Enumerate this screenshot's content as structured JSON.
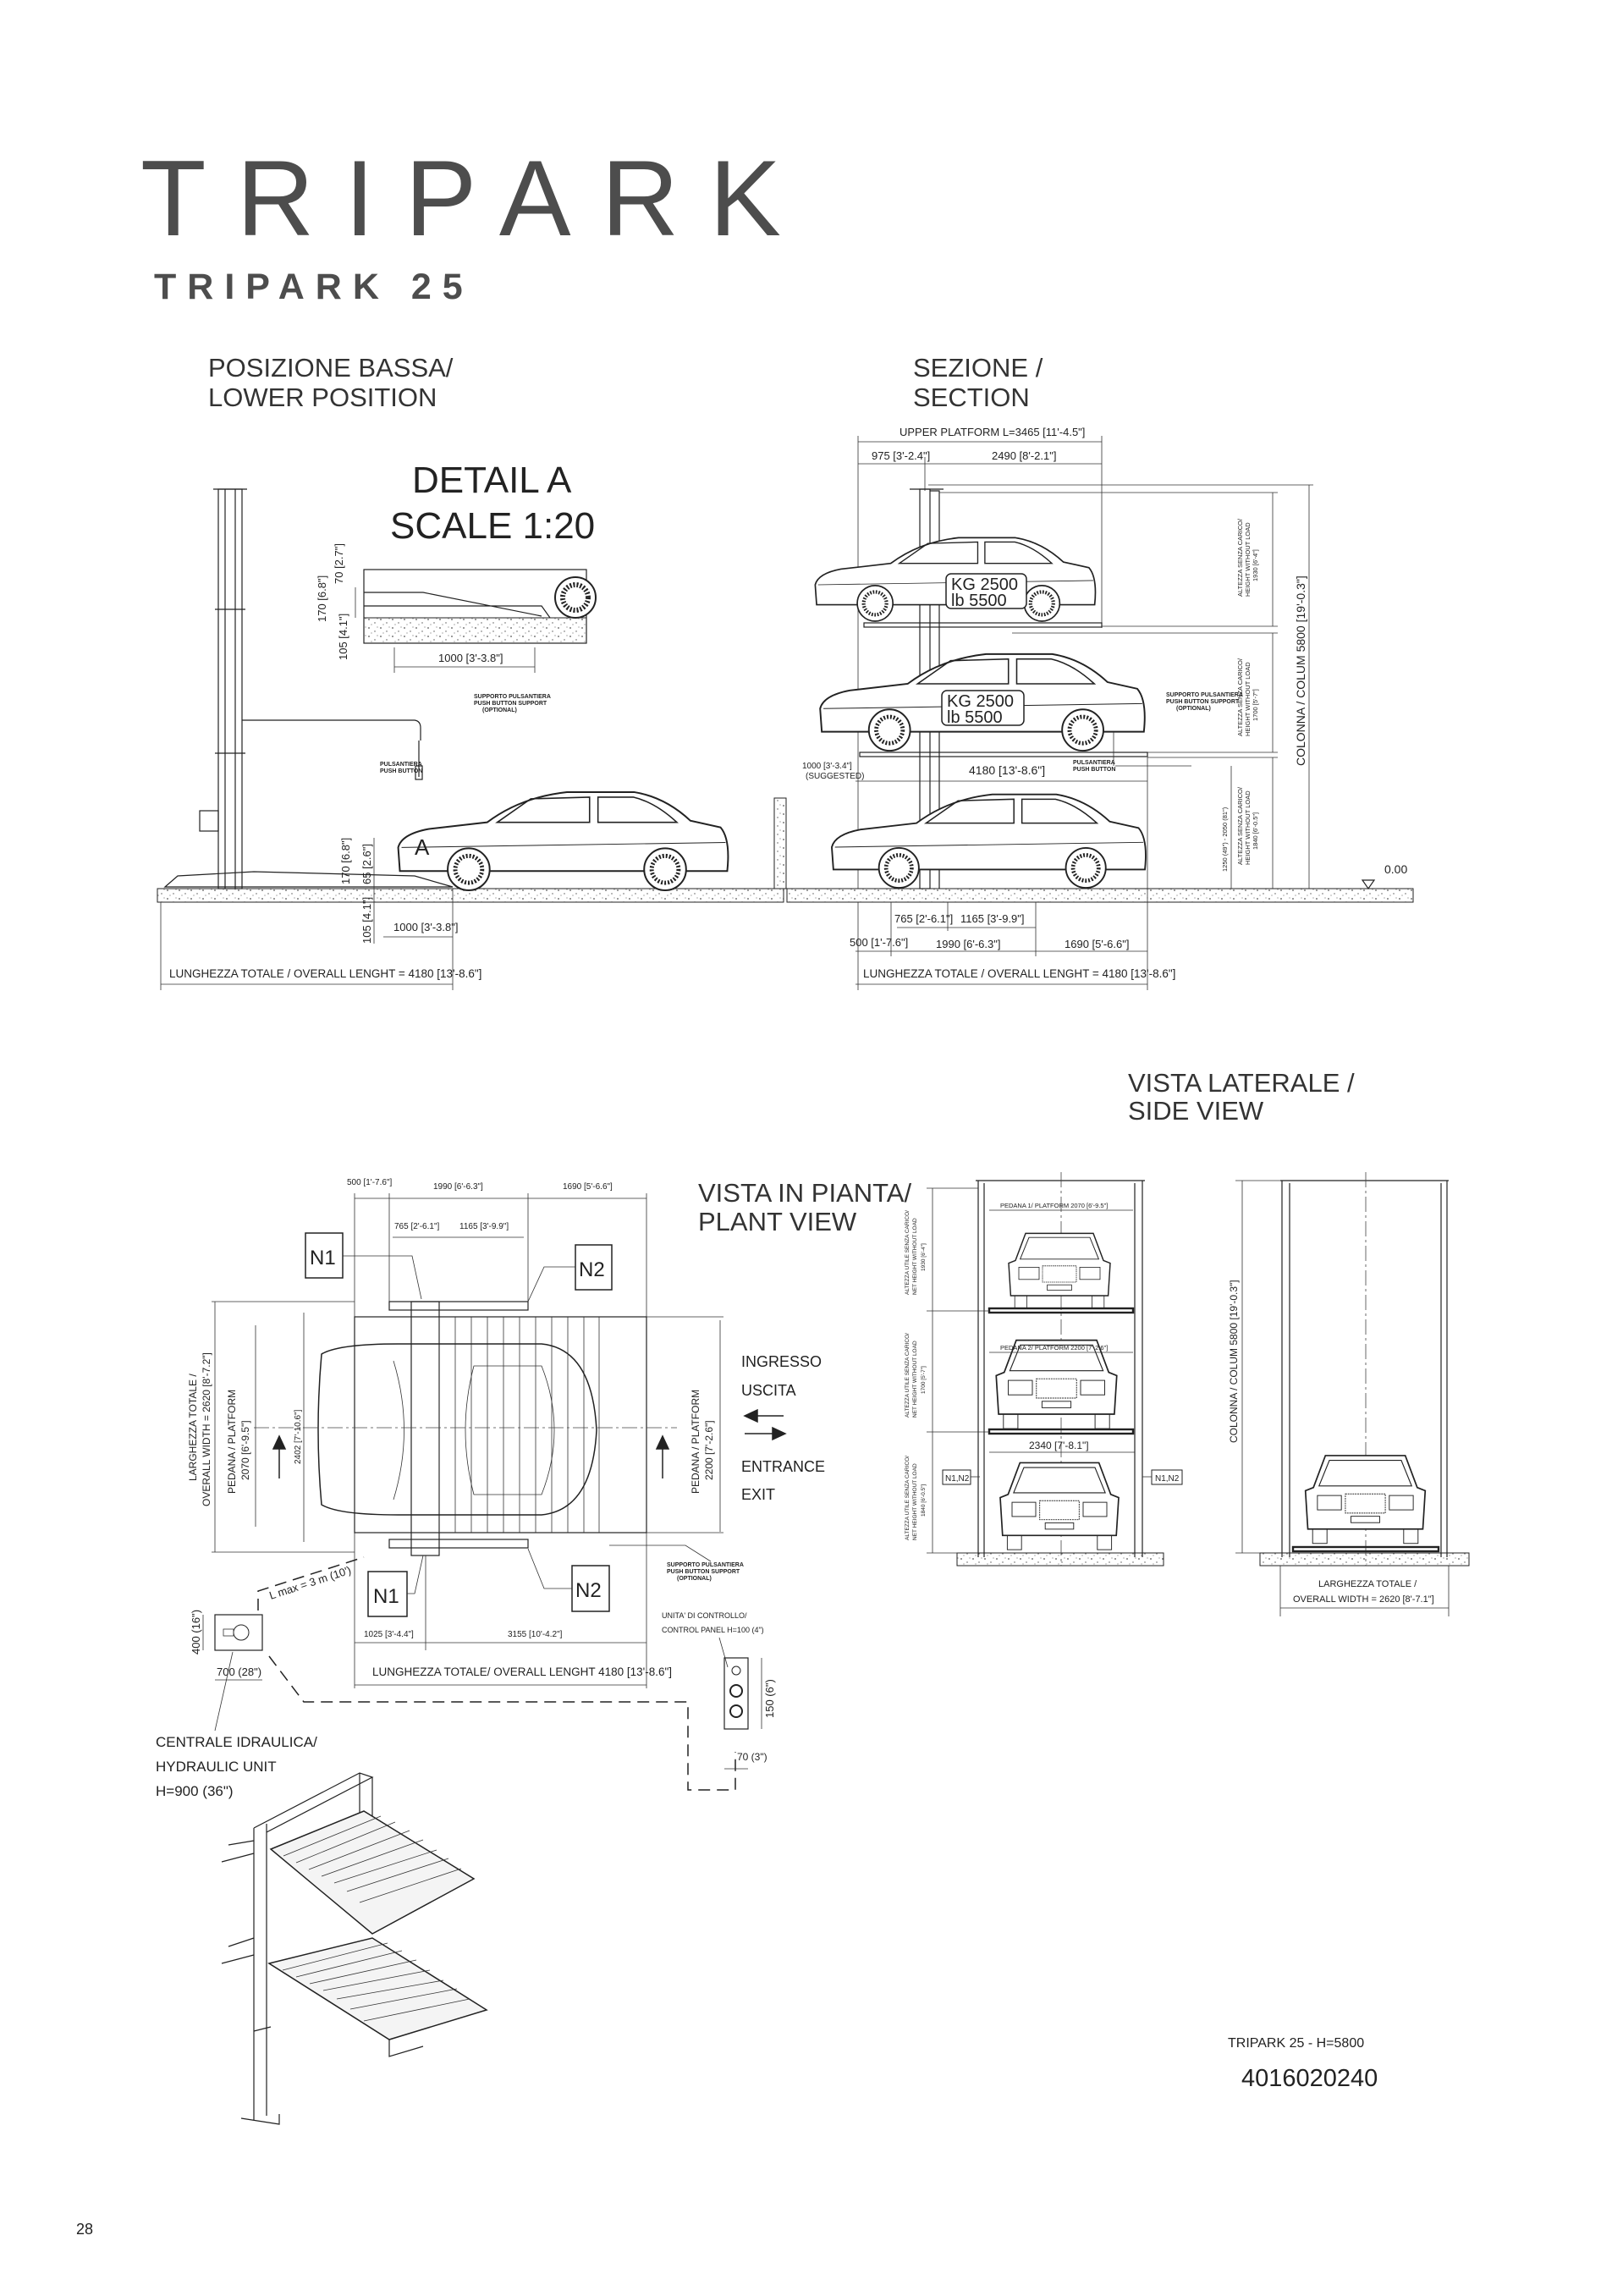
{
  "header": {
    "title": "TRIPARK",
    "subtitle": "TRIPARK 25"
  },
  "lower_position": {
    "title_it": "POSIZIONE BASSA/",
    "title_en": "LOWER POSITION",
    "detail_title": "DETAIL A",
    "detail_scale": "SCALE 1:20",
    "detail_marker": "A",
    "detail_dims": {
      "h70": "70 [2.7\"]",
      "h170": "170 [6.8\"]",
      "h105": "105 [4.1\"]",
      "w1000": "1000 [3'-3.8\"]"
    },
    "dims": {
      "h170": "170 [6.8\"]",
      "h65": "65 [2.6\"]",
      "h105": "105 [4.1\"]",
      "w1000": "1000 [3'-3.8\"]"
    },
    "push_button_support": [
      "SUPPORTO PULSANTIERA",
      "PUSH BUTTON SUPPORT",
      "(OPTIONAL)"
    ],
    "push_button": [
      "PULSANTIERA",
      "PUSH BUTTON"
    ],
    "overall_length": "LUNGHEZZA TOTALE / OVERALL LENGHT = 4180 [13'-8.6\"]"
  },
  "section": {
    "title_it": "SEZIONE /",
    "title_en": "SECTION",
    "upper_platform": "UPPER PLATFORM L=3465 [11'-4.5\"]",
    "d975": "975 [3'-2.4\"]",
    "d2490": "2490 [8'-2.1\"]",
    "load_plates": [
      {
        "kg": "KG 2500",
        "lb": "lb 5500"
      },
      {
        "kg": "KG 2500",
        "lb": "lb 5500"
      }
    ],
    "suggested": [
      "1000 [3'-3.4\"]",
      "(SUGGESTED)"
    ],
    "d4180": "4180 [13'-8.6\"]",
    "push_button_support": [
      "SUPPORTO PULSANTIERA",
      "PUSH BUTTON SUPPORT",
      "(OPTIONAL)"
    ],
    "push_button": [
      "PULSANTIERA",
      "PUSH BUTTON"
    ],
    "heights": [
      {
        "it": "ALTEZZA SENZA CARICO/",
        "en": "HEIGHT WITHOUT LOAD",
        "value": "1930 [6'-4\"]"
      },
      {
        "it": "ALTEZZA SENZA CARICO/",
        "en": "HEIGHT WITHOUT LOAD",
        "value": "1700 [5'-7\"]"
      },
      {
        "it": "ALTEZZA SENZA CARICO/",
        "en": "HEIGHT WITHOUT LOAD",
        "value": "1840 [6'-0.5\"]"
      }
    ],
    "range": "1250 (49\") - 2050 (81\")",
    "column": "COLONNA / COLUM 5800 [19'-0.3\"]",
    "level": "0.00",
    "bottom_dims": {
      "d765": "765 [2'-6.1\"]",
      "d1165": "1165 [3'-9.9\"]",
      "d500": "500 [1'-7.6\"]",
      "d1990": "1990 [6'-6.3\"]",
      "d1690": "1690 [5'-6.6\"]"
    },
    "overall_length": "LUNGHEZZA TOTALE / OVERALL LENGHT = 4180 [13'-8.6\"]"
  },
  "plan_view": {
    "title_it": "VISTA IN PIANTA/",
    "title_en": "PLANT VIEW",
    "top_dims": {
      "d500": "500 [1'-7.6\"]",
      "d1990": "1990 [6'-6.3\"]",
      "d1690": "1690 [5'-6.6\"]",
      "d765": "765 [2'-6.1\"]",
      "d1165": "1165 [3'-9.9\"]"
    },
    "tags": {
      "n1": "N1",
      "n2": "N2"
    },
    "overall_width": [
      "LARGHEZZA TOTALE /",
      "OVERALL WIDTH = 2620 [8'-7.2\"]"
    ],
    "platform_left": [
      "PEDANA / PLATFORM",
      "2070 [6'-9.5\"]"
    ],
    "d2402": "2402 [7'-10.6\"]",
    "platform_right": [
      "PEDANA / PLATFORM",
      "2200 [7'-2.6\"]"
    ],
    "entrance_exit": [
      "INGRESSO",
      "USCITA",
      "ENTRANCE",
      "EXIT"
    ],
    "push_button_support": [
      "SUPPORTO PULSANTIERA",
      "PUSH BUTTON SUPPORT",
      "(OPTIONAL)"
    ],
    "l_max": "L max = 3 m (10')",
    "unit_dims": {
      "h": "400 (16\")",
      "w": "700 (28\")"
    },
    "hydraulic_unit": [
      "CENTRALE IDRAULICA/",
      "HYDRAULIC UNIT",
      "H=900 (36\")"
    ],
    "bottom_dims": {
      "d1025": "1025 [3'-4.4\"]",
      "d3155": "3155 [10'-4.2\"]"
    },
    "overall_length": "LUNGHEZZA TOTALE/ OVERALL LENGHT 4180 [13'-8.6\"]",
    "control_panel": [
      "UNITA' DI CONTROLLO/",
      "CONTROL PANEL H=100 (4\")"
    ],
    "panel_dims": {
      "h": "150 (6\")",
      "w": "70 (3\")"
    }
  },
  "side_view": {
    "title_it": "VISTA LATERALE /",
    "title_en": "SIDE VIEW",
    "platform1": "PEDANA 1/ PLATFORM 2070 [6'-9.5\"]",
    "platform2": "PEDANA 2/ PLATFORM 2200 [7'-2.6\"]",
    "d2340": "2340 [7'-8.1\"]",
    "tag": "N1,N2",
    "heights": [
      {
        "it": "ALTEZZA UTILE SENZA CARICO/",
        "en": "NET HEIGHT WITHOUT LOAD",
        "value": "1930 [6'-4\"]"
      },
      {
        "it": "ALTEZZA UTILE SENZA CARICO/",
        "en": "NET HEIGHT WITHOUT LOAD",
        "value": "1700 [5'-7\"]"
      },
      {
        "it": "ALTEZZA UTILE SENZA CARICO/",
        "en": "NET HEIGHT WITHOUT LOAD",
        "value": "1840 [6'-0.5\"]"
      }
    ],
    "column": "COLONNA / COLUM 5800 [19'-0.3\"]",
    "overall_width": [
      "LARGHEZZA TOTALE /",
      "OVERALL WIDTH = 2620 [8'-7.1\"]"
    ]
  },
  "footer": {
    "model": "TRIPARK 25 - H=5800",
    "code": "4016020240",
    "page_number": "28"
  },
  "colors": {
    "brand_text": "#4d4d4d",
    "drawing_lines": "#222222"
  }
}
